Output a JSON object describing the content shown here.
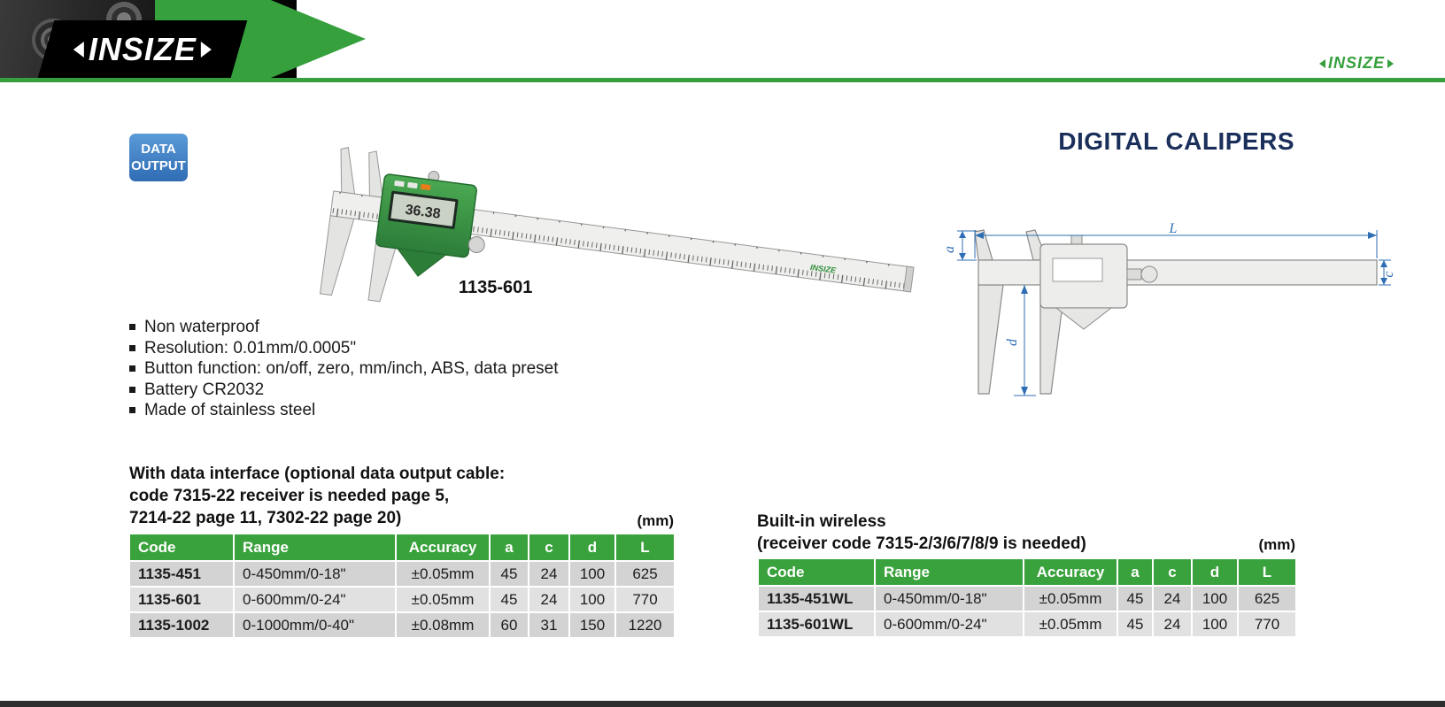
{
  "brand": {
    "logo_text": "INSIZE",
    "logo_right_text": "INSIZE"
  },
  "hero": {
    "badge_line1": "DATA",
    "badge_line2": "OUTPUT",
    "title": "DIGITAL CALIPERS",
    "product_code_label": "1135-601",
    "lcd_value": "36.38",
    "beam_brand": "INSIZE"
  },
  "features": [
    "Non waterproof",
    "Resolution: 0.01mm/0.0005\"",
    "Button function: on/off, zero, mm/inch, ABS, data preset",
    "Battery CR2032",
    "Made of stainless steel"
  ],
  "diagram": {
    "dim_L": "L",
    "dim_a": "a",
    "dim_c": "c",
    "dim_d": "d"
  },
  "left_table": {
    "heading_lines": [
      "With data interface (optional data output cable:",
      "code 7315-22 receiver is needed page 5,",
      "7214-22 page 11, 7302-22 page 20)"
    ],
    "unit": "(mm)",
    "columns": [
      "Code",
      "Range",
      "Accuracy",
      "a",
      "c",
      "d",
      "L"
    ],
    "rows": [
      [
        "1135-451",
        "0-450mm/0-18\"",
        "±0.05mm",
        "45",
        "24",
        "100",
        "625"
      ],
      [
        "1135-601",
        "0-600mm/0-24\"",
        "±0.05mm",
        "45",
        "24",
        "100",
        "770"
      ],
      [
        "1135-1002",
        "0-1000mm/0-40\"",
        "±0.08mm",
        "60",
        "31",
        "150",
        "1220"
      ]
    ]
  },
  "right_table": {
    "heading_lines": [
      "Built-in wireless",
      "(receiver code 7315-2/3/6/7/8/9 is needed)"
    ],
    "unit": "(mm)",
    "columns": [
      "Code",
      "Range",
      "Accuracy",
      "a",
      "c",
      "d",
      "L"
    ],
    "rows": [
      [
        "1135-451WL",
        "0-450mm/0-18\"",
        "±0.05mm",
        "45",
        "24",
        "100",
        "625"
      ],
      [
        "1135-601WL",
        "0-600mm/0-24\"",
        "±0.05mm",
        "45",
        "24",
        "100",
        "770"
      ]
    ]
  },
  "colors": {
    "brand_green": "#35a03c",
    "table_header_green": "#3aa23d",
    "badge_blue": "#3c7dc6",
    "title_navy": "#1b2f5b",
    "dimension_blue": "#2f6eb5"
  }
}
